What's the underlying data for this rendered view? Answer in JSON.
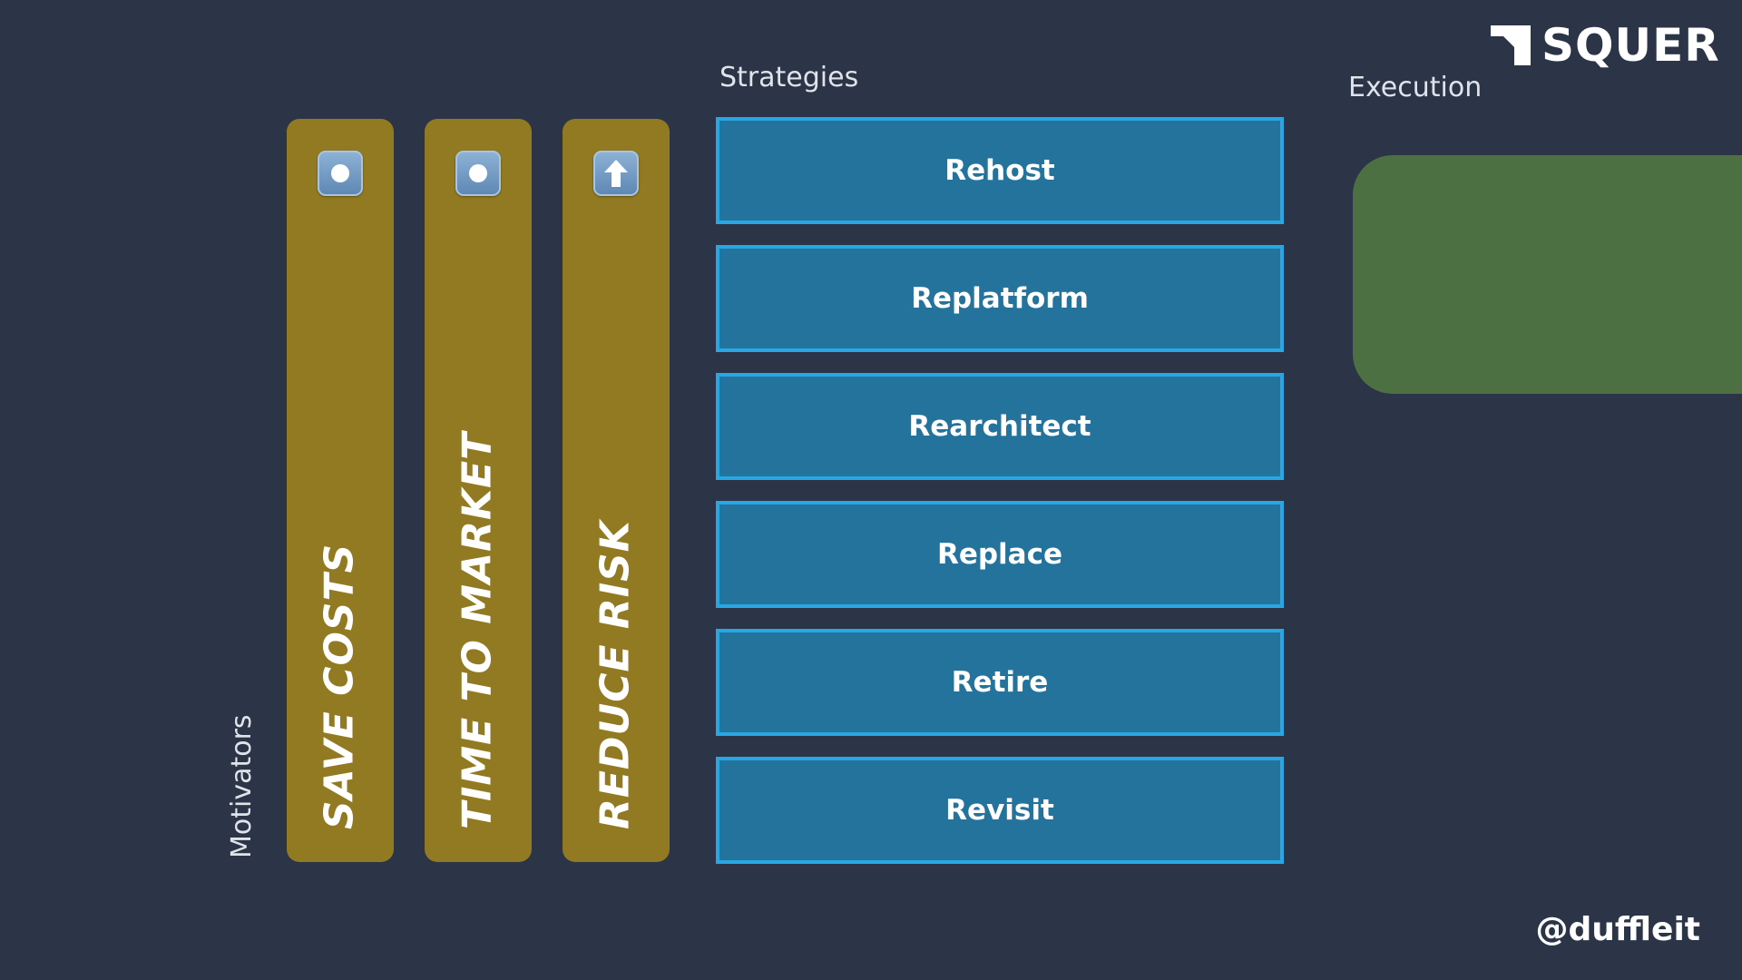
{
  "brand": {
    "logo_text": "SQUER",
    "handle": "@duffleit"
  },
  "sections": {
    "motivators_title": "Motivators",
    "strategies_title": "Strategies",
    "execution_title": "Execution"
  },
  "motivators": [
    {
      "label": "Save Costs",
      "icon": "stop-button-icon"
    },
    {
      "label": "Time to Market",
      "icon": "stop-button-icon"
    },
    {
      "label": "Reduce Risk",
      "icon": "up-arrow-icon"
    }
  ],
  "strategies": [
    {
      "label": "Rehost"
    },
    {
      "label": "Replatform"
    },
    {
      "label": "Rearchitect"
    },
    {
      "label": "Replace"
    },
    {
      "label": "Retire"
    },
    {
      "label": "Revisit"
    }
  ],
  "colors": {
    "background": "#2b3547",
    "motivator": "#917a22",
    "strategy_fill": "#24739c",
    "strategy_border": "#27a7e4",
    "execution": "#4c7042"
  }
}
